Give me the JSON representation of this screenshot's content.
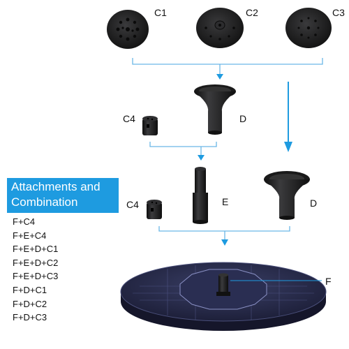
{
  "labels": {
    "c1": "C1",
    "c2": "C2",
    "c3": "C3",
    "c4_top": "C4",
    "c4_bottom": "C4",
    "d_top": "D",
    "d_bottom": "D",
    "e": "E",
    "f": "F"
  },
  "heading": {
    "line1": "Attachments and",
    "line2": "Combination"
  },
  "combinations": [
    "F+C4",
    "F+E+C4",
    "F+E+D+C1",
    "F+E+D+C2",
    "F+E+D+C3",
    "F+D+C1",
    "F+D+C2",
    "F+D+C3"
  ],
  "colors": {
    "accent": "#1e9be0",
    "part_dark": "#1c1c1e",
    "solar_panel": "#252845"
  }
}
